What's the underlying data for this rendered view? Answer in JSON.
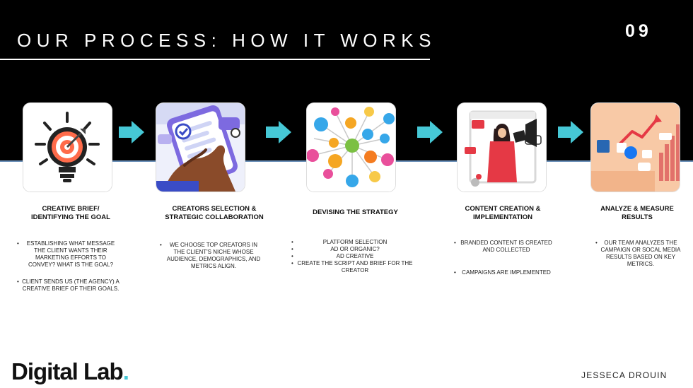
{
  "slide": {
    "title": "OUR PROCESS: HOW IT WORKS",
    "page_number": "09",
    "logo_main": "Digital Lab",
    "logo_dot": ".",
    "author": "JESSECA DROUIN"
  },
  "icons": [
    "target-lightbulb-icon",
    "hand-phone-collaboration-icon",
    "social-network-icon",
    "influencer-megaphone-icon",
    "analytics-growth-icon"
  ],
  "colors": {
    "arrow": "#46c8d6",
    "topband": "#000000",
    "accent_line": "#6a8fb8"
  },
  "steps": [
    {
      "heading": "CREATIVE BRIEF/\nIDENTIFYING THE GOAL",
      "bullets": [
        "ESTABLISHING WHAT MESSAGE THE CLIENT WANTS THEIR MARKETING EFFORTS TO CONVEY? WHAT IS THE GOAL?",
        "CLIENT SENDS US (THE AGENCY) A CREATIVE BRIEF OF THEIR GOALS."
      ]
    },
    {
      "heading": "CREATORS SELECTION &\nSTRATEGIC COLLABORATION",
      "bullets": [
        "WE CHOOSE TOP CREATORS IN THE CLIENT'S NICHE WHOSE AUDIENCE, DEMOGRAPHICS, AND METRICS ALIGN."
      ]
    },
    {
      "heading": "DEVISING THE STRATEGY",
      "bullets": [
        "PLATFORM SELECTION",
        "AD OR ORGANIC?",
        "AD CREATIVE",
        "CREATE THE SCRIPT AND BRIEF FOR THE CREATOR"
      ]
    },
    {
      "heading": "CONTENT CREATION &\nIMPLEMENTATION",
      "bullets": [
        "BRANDED CONTENT IS CREATED AND COLLECTED",
        "CAMPAIGNS ARE IMPLEMENTED"
      ]
    },
    {
      "heading": "ANALYZE & MEASURE\nRESULTS",
      "bullets": [
        "OUR TEAM ANALYZES THE CAMPAIGN OR SOCAL MEDIA RESULTS BASED ON KEY METRICS."
      ]
    }
  ]
}
